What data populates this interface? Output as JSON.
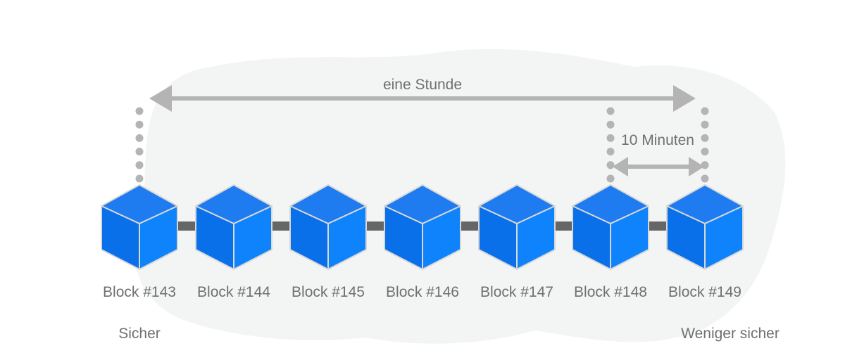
{
  "diagram": {
    "long_span_label": "eine Stunde",
    "short_span_label": "10 Minuten",
    "left_caption": "Sicher",
    "right_caption": "Weniger sicher",
    "blocks": [
      {
        "label": "Block #143"
      },
      {
        "label": "Block #144"
      },
      {
        "label": "Block #145"
      },
      {
        "label": "Block #146"
      },
      {
        "label": "Block #147"
      },
      {
        "label": "Block #148"
      },
      {
        "label": "Block #149"
      }
    ]
  },
  "colors": {
    "cube_top": "#1e7bf0",
    "cube_left": "#0a70ea",
    "cube_right": "#0e83fb",
    "cube_edge": "#d8d8d8",
    "chain_link": "#666666",
    "arrow": "#b4b4b4",
    "dots": "#b4b4b4",
    "label_text": "#707070",
    "background_blob": "#f3f4f4"
  }
}
